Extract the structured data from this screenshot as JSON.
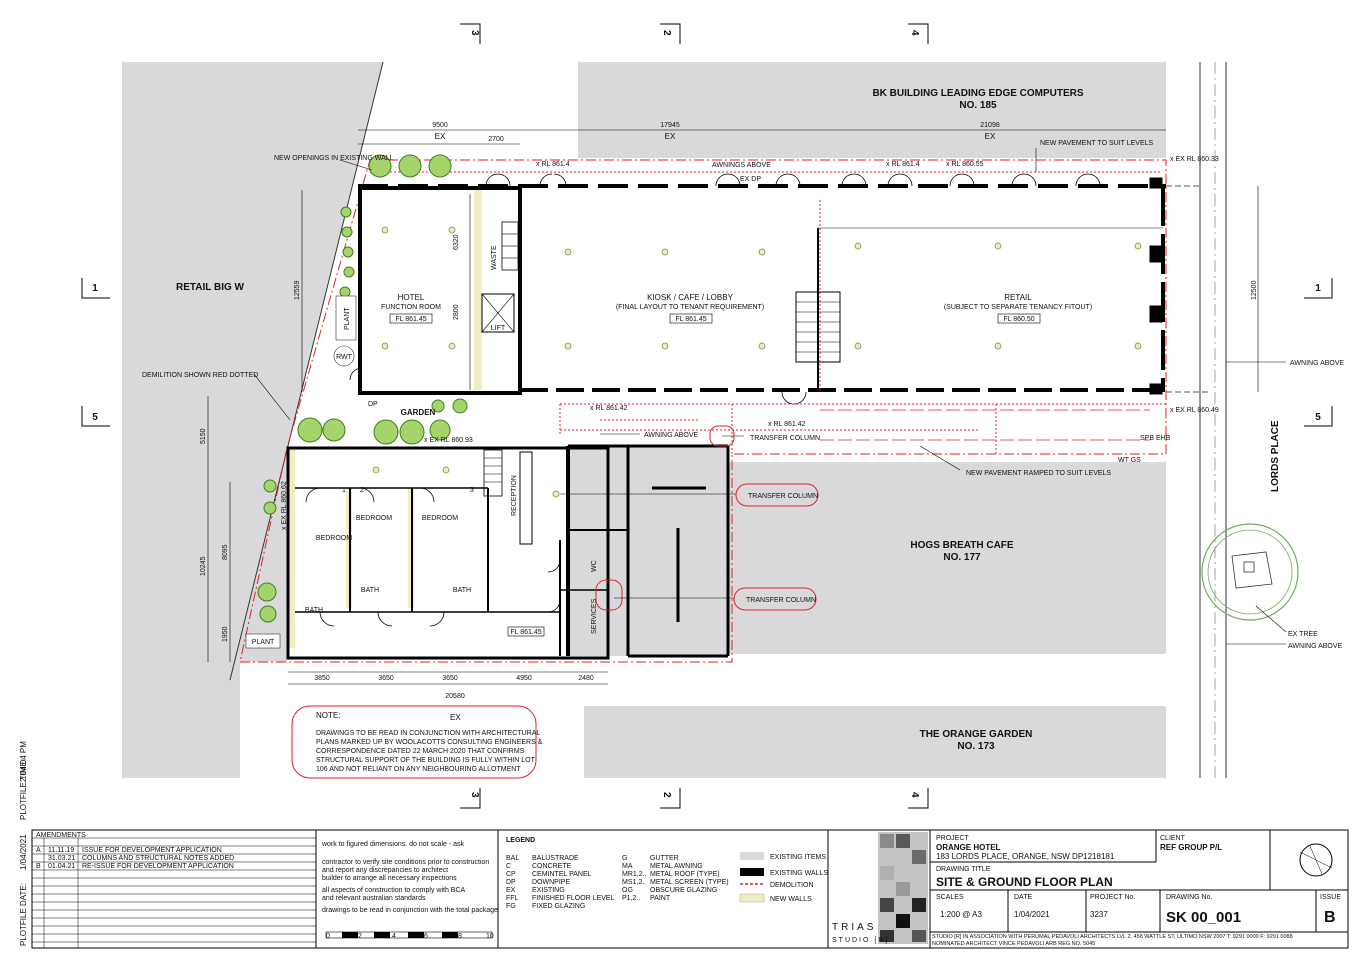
{
  "plotfile": {
    "date_label": "PLOTFILE DATE:",
    "date": "1/04/2021",
    "time_label": "PLOTFILE TIME:",
    "time": "2:04:04 PM"
  },
  "section_marks": {
    "top": [
      "3",
      "2",
      "4"
    ],
    "bottom": [
      "3",
      "2",
      "4"
    ],
    "left": [
      "1",
      "5"
    ],
    "right": [
      "1",
      "5"
    ]
  },
  "neighbours": {
    "north_name": "BK BUILDING LEADING EDGE COMPUTERS",
    "north_no": "NO. 185",
    "west": "RETAIL BIG W",
    "east_mid_name": "HOGS BREATH CAFE",
    "east_mid_no": "NO. 177",
    "south_name": "THE ORANGE GARDEN",
    "south_no": "NO. 173",
    "street": "LORDS PLACE"
  },
  "dimensions": {
    "top_9500": "9500",
    "top_2700": "2700",
    "top_17945": "17945",
    "top_21098": "21098",
    "ex": "EX",
    "left_12559": "12559",
    "left_5150": "5150",
    "left_10245": "10245",
    "left_8095": "8095",
    "left_1950": "1950",
    "right_12500": "12500",
    "h6320": "6320",
    "h2800": "2800",
    "bottom": [
      "3850",
      "3650",
      "3650",
      "4950",
      "2480"
    ],
    "bottom_total": "20580"
  },
  "rooms": {
    "hotel_title": "HOTEL",
    "hotel_sub": "FUNCTION ROOM",
    "hotel_fl": "FL 861.45",
    "kiosk_title": "KIOSK / CAFE / LOBBY",
    "kiosk_sub": "(FINAL LAYOUT TO TENANT REQUIREMENT)",
    "kiosk_fl": "FL 861.45",
    "retail_title": "RETAIL",
    "retail_sub": "(SUBJECT TO SEPARATE TENANCY FITOUT)",
    "retail_fl": "FL 860.50",
    "waste": "WASTE",
    "garden": "GARDEN",
    "reception": "RECEPTION",
    "bedroom": "BEDROOM",
    "bath": "BATH",
    "wc": "WC",
    "services": "SERVICES",
    "plant": "PLANT",
    "rwt": "RWT",
    "lower_fl": "FL 861.45",
    "room_nums": [
      "1",
      "2",
      "3"
    ],
    "lift": "LIFT"
  },
  "annotations": {
    "new_openings": "NEW OPENINGS IN EXISTING WALL",
    "demolition": "DEMILITION SHOWN RED DOTTED",
    "awnings_above": "AWNINGS ABOVE",
    "new_pavement": "NEW PAVEMENT TO SUIT LEVELS",
    "rl_8614a": "x RL 861.4",
    "rl_8614b": "x RL 861.4",
    "rl_86055": "x RL 860.55",
    "ex_rl_86033": "x EX RL 860.33",
    "rl_86142a": "x RL 861.42",
    "rl_86142b": "x RL 861.42",
    "ex_rl_86049": "x EX RL 860.49",
    "ex_rl_86093": "x EX RL 860.93",
    "ex_rl_86062": "x EX RL 860.62",
    "awning_above": "AWNING ABOVE",
    "transfer_column": "TRANSFER COLUMN",
    "new_pavement_ramped": "NEW PAVEMENT RAMPED TO SUIT LEVELS",
    "awning_above_right": "AWNING ABOVE",
    "ex_tree": "EX TREE",
    "awning_above_right2": "AWNING ABOVE",
    "spb": "SPB EHB",
    "wtgs": "WT GS",
    "dp": "DP",
    "ex_dp": "EX DP"
  },
  "note": {
    "heading": "NOTE:",
    "ex": "EX",
    "lines": [
      "DRAWINGS TO BE READ IN CONJUNCTION WITH ARCHITECTURAL",
      "PLANS MARKED UP BY WOOLACOTTS CONSULTING ENGINEERS &",
      "CORRESPONDENCE DATED 22 MARCH 2020 THAT CONFIRMS",
      "STRUCTURAL SUPPORT OF THE BUILDING IS FULLY WITHIN LOT",
      "106 AND NOT RELIANT ON ANY NEIGHBOURING ALLOTMENT"
    ]
  },
  "amendments": {
    "heading": "AMENDMENTS",
    "rows": [
      {
        "rev": "A",
        "date": "11.11.19",
        "desc": "ISSUE FOR DEVELOPMENT APPLICATION"
      },
      {
        "rev": "",
        "date": "31.03.21",
        "desc": "COLUMNS AND STRUCTURAL NOTES ADDED"
      },
      {
        "rev": "B",
        "date": "01.04.21",
        "desc": "RE-ISSUE FOR DEVELOPMENT APPLICATION"
      }
    ]
  },
  "general_notes": [
    "work to figured dimensions. do not scale - ask",
    "contractor to verify site conditions prior to construction",
    "and report any discrepancies to architect",
    "builder to arrange all necessary inspections",
    "all aspects of construction to comply with BCA",
    "and relevant australian standards",
    "drawings to be read in conjunction with the total package"
  ],
  "scale_bar": [
    "0",
    "2",
    "4",
    "6",
    "8",
    "10"
  ],
  "legend": {
    "heading": "LEGEND",
    "col1": [
      {
        "code": "BAL",
        "desc": "BALUSTRADE"
      },
      {
        "code": "C",
        "desc": "CONCRETE"
      },
      {
        "code": "CP",
        "desc": "CEMINTEL PANEL"
      },
      {
        "code": "DP",
        "desc": "DOWNPIPE"
      },
      {
        "code": "EX",
        "desc": "EXISTING"
      },
      {
        "code": "FFL",
        "desc": "FINISHED FLOOR LEVEL"
      },
      {
        "code": "FG",
        "desc": "FIXED GLAZING"
      }
    ],
    "col2": [
      {
        "code": "G",
        "desc": "GUTTER"
      },
      {
        "code": "MA",
        "desc": "METAL AWNING"
      },
      {
        "code": "MR1,2..",
        "desc": "METAL ROOF (TYPE)"
      },
      {
        "code": "MS1,2..",
        "desc": "METAL SCREEN (TYPE)"
      },
      {
        "code": "OG",
        "desc": "OBSCURE GLAZING"
      },
      {
        "code": "P1,2..",
        "desc": "PAINT"
      }
    ],
    "swatches": [
      {
        "label": "EXISTING ITEMS",
        "color": "#d9d9dc"
      },
      {
        "label": "EXISTING WALLS",
        "color": "#000000"
      },
      {
        "label": "DEMOLITION",
        "color": "#e0202a"
      },
      {
        "label": "NEW WALLS",
        "color": "#f2ecbf"
      }
    ]
  },
  "title_block": {
    "studio_name": "TRIAS",
    "studio_sub": "STUDIO [R]",
    "project_label": "PROJECT",
    "project": "ORANGE HOTEL",
    "address": "183 LORDS PLACE, ORANGE, NSW DP1218181",
    "client_label": "CLIENT",
    "client": "REF GROUP P/L",
    "drawing_title_label": "DRAWING TITLE",
    "drawing_title": "SITE & GROUND FLOOR PLAN",
    "scales_label": "SCALES",
    "scales": "1:200 @ A3",
    "date_label": "DATE",
    "date": "1/04/2021",
    "project_no_label": "PROJECT No.",
    "project_no": "3237",
    "drawing_no_label": "DRAWING No.",
    "drawing_no": "SK 00_001",
    "issue_label": "ISSUE",
    "issue": "B",
    "footer1": "STUDIO [R] IN ASSOCIATION WITH PERUMAL PEDAVOLI ARCHITECTS LVL 2, 458 WATTLE ST, ULTIMO NSW 2007  T: 9291 0000 F: 9291 0088",
    "footer2": "NOMINATED ARCHITECT VINCE PEDAVOLI ARB REG NO. 5045"
  },
  "colors": {
    "existing": "#d9d9dc",
    "demolition": "#e0202a",
    "new_wall": "#f2ecbf",
    "tree": "#5fa832",
    "tree_ring": "#6fae5a"
  }
}
